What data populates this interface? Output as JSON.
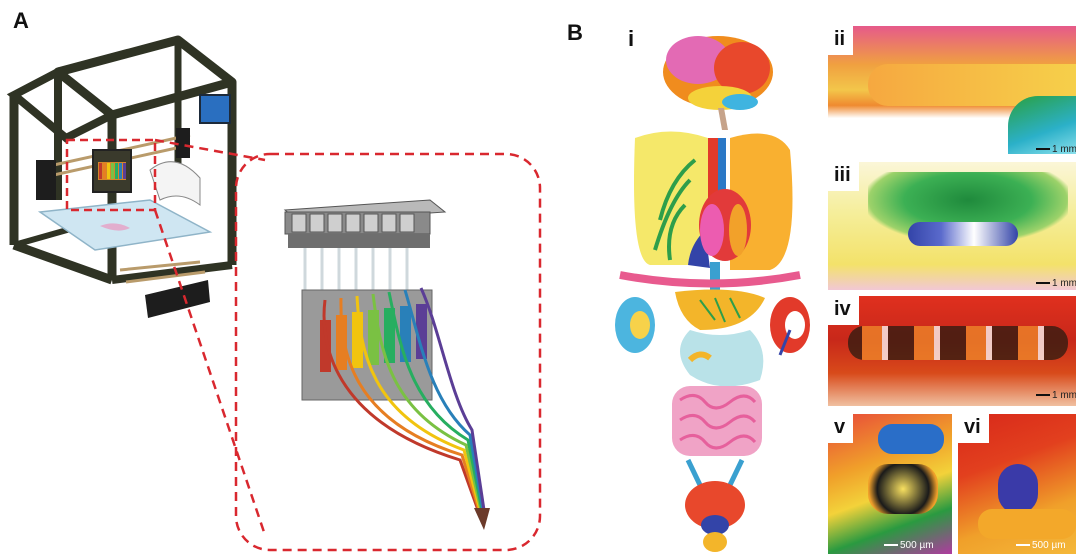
{
  "panels": {
    "a": {
      "label": "A"
    },
    "b": {
      "label": "B"
    }
  },
  "sublabels": {
    "i": "i",
    "ii": "ii",
    "iii": "iii",
    "iv": "iv",
    "v": "v",
    "vi": "vi"
  },
  "scalebars": {
    "ii": "1 mm",
    "iii": "1 mm",
    "iv": "1 mm",
    "v": "500 µm",
    "vi": "500 µm"
  },
  "colors": {
    "dashed_outline": "#d9282f",
    "printer_frame": "#2f3324",
    "printer_screen": "#2a6fc0",
    "nozzle_inks": [
      "#c0392b",
      "#e67e22",
      "#f1c40f",
      "#7ac143",
      "#27ae60",
      "#2980b9",
      "#5b3e96"
    ]
  }
}
